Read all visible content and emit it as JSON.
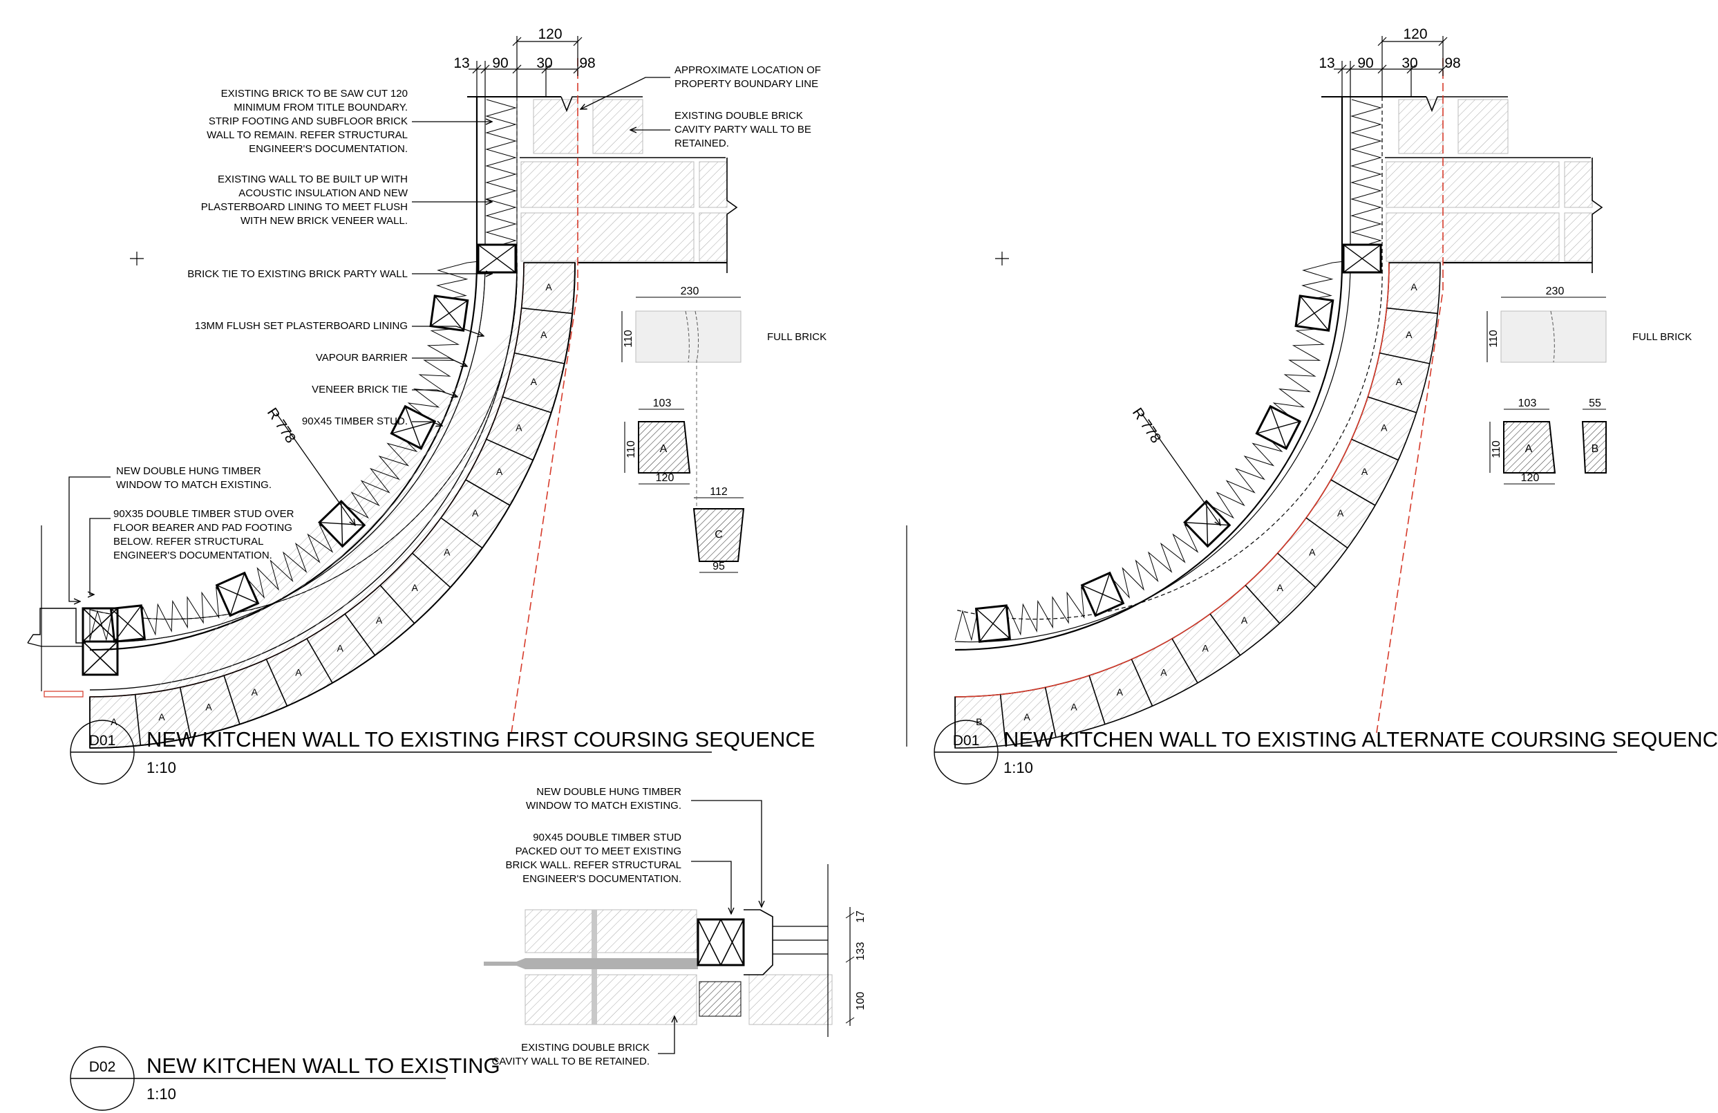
{
  "colors": {
    "line": "#000000",
    "boundary": "#d63a2a",
    "hatch": "#9a9a9a",
    "brick_fill": "#efefef",
    "cavity": "#b8b8b8"
  },
  "details": [
    {
      "tag": "D01",
      "title": "NEW KITCHEN WALL TO EXISTING FIRST COURSING SEQUENCE",
      "scale": "1:10",
      "radius": "R 778",
      "top_dims": {
        "total": "120",
        "d1": "13",
        "d2": "90",
        "d3": "30",
        "d4": "98"
      },
      "notes": [
        [
          "EXISTING BRICK TO BE SAW CUT 120",
          "MINIMUM FROM TITLE BOUNDARY.",
          "STRIP FOOTING AND SUBFLOOR BRICK",
          "WALL TO REMAIN. REFER STRUCTURAL",
          "ENGINEER'S DOCUMENTATION."
        ],
        [
          "EXISTING WALL TO BE BUILT UP WITH",
          "ACOUSTIC INSULATION AND NEW",
          "PLASTERBOARD LINING TO MEET FLUSH",
          "WITH NEW BRICK VENEER WALL."
        ],
        [
          "BRICK TIE TO EXISTING BRICK PARTY WALL"
        ],
        [
          "13MM FLUSH SET PLASTERBOARD LINING"
        ],
        [
          "VAPOUR BARRIER"
        ],
        [
          "VENEER BRICK TIE"
        ],
        [
          "90X45 TIMBER STUD."
        ],
        [
          "NEW DOUBLE HUNG TIMBER",
          "WINDOW TO MATCH EXISTING."
        ],
        [
          "90X35 DOUBLE TIMBER STUD OVER",
          "FLOOR BEARER AND PAD FOOTING",
          "BELOW. REFER STRUCTURAL",
          "ENGINEER'S DOCUMENTATION."
        ]
      ],
      "right_notes": [
        [
          "APPROXIMATE LOCATION OF",
          "PROPERTY BOUNDARY LINE"
        ],
        [
          "EXISTING DOUBLE BRICK",
          "CAVITY PARTY WALL TO BE",
          "RETAINED."
        ]
      ],
      "brick_legend": {
        "label": "FULL BRICK",
        "full_len": "230",
        "full_h": "110",
        "a_top": "103",
        "a_bottom": "120",
        "a_h": "110",
        "c_top": "112",
        "c_bottom": "95"
      },
      "brick_labels": {
        "A": "A",
        "B": "B",
        "C": "C"
      }
    },
    {
      "tag": "D01",
      "title": "NEW KITCHEN WALL TO EXISTING ALTERNATE COURSING SEQUENCE",
      "scale": "1:10",
      "radius": "R 778",
      "top_dims": {
        "total": "120",
        "d1": "13",
        "d2": "90",
        "d3": "30",
        "d4": "98"
      },
      "brick_legend": {
        "label": "FULL BRICK",
        "full_len": "230",
        "full_h": "110",
        "a_top": "103",
        "a_bottom": "120",
        "a_h": "110",
        "b_top": "55"
      }
    },
    {
      "tag": "D02",
      "title": "NEW KITCHEN WALL TO EXISTING",
      "scale": "1:10",
      "notes": [
        [
          "NEW DOUBLE HUNG TIMBER",
          "WINDOW TO MATCH EXISTING."
        ],
        [
          "90X45 DOUBLE TIMBER STUD",
          "PACKED OUT TO MEET EXISTING",
          "BRICK WALL. REFER STRUCTURAL",
          "ENGINEER'S DOCUMENTATION."
        ],
        [
          "EXISTING DOUBLE BRICK",
          "CAVITY WALL TO BE RETAINED."
        ]
      ],
      "side_dims": {
        "top": "17",
        "mid": "133",
        "bottom": "100"
      }
    }
  ]
}
